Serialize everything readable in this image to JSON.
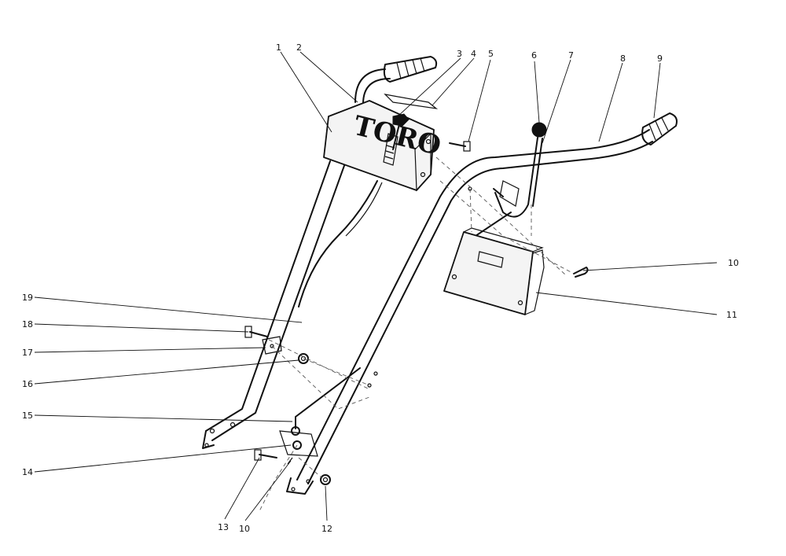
{
  "brand_text": "TORO",
  "callouts": [
    {
      "id": "c1",
      "text": "1"
    },
    {
      "id": "c2",
      "text": "2"
    },
    {
      "id": "c3",
      "text": "3"
    },
    {
      "id": "c4",
      "text": "4"
    },
    {
      "id": "c5",
      "text": "5"
    },
    {
      "id": "c6",
      "text": "6"
    },
    {
      "id": "c7",
      "text": "7"
    },
    {
      "id": "c8",
      "text": "8"
    },
    {
      "id": "c9",
      "text": "9"
    },
    {
      "id": "c10a",
      "text": "10"
    },
    {
      "id": "c11",
      "text": "11"
    },
    {
      "id": "c19",
      "text": "19"
    },
    {
      "id": "c18",
      "text": "18"
    },
    {
      "id": "c17",
      "text": "17"
    },
    {
      "id": "c16",
      "text": "16"
    },
    {
      "id": "c15",
      "text": "15"
    },
    {
      "id": "c14",
      "text": "14"
    },
    {
      "id": "c13",
      "text": "13"
    },
    {
      "id": "c10b",
      "text": "10"
    },
    {
      "id": "c12",
      "text": "12"
    }
  ]
}
